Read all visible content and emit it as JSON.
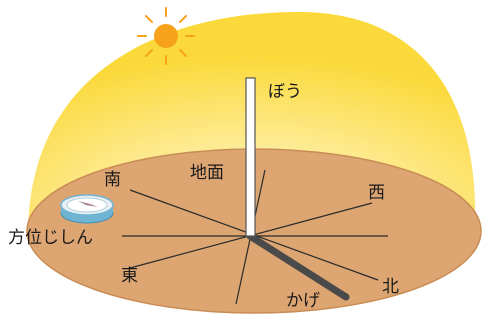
{
  "labels": {
    "pole": "ぼう",
    "ground": "地面",
    "south": "南",
    "west": "西",
    "east": "東",
    "north": "北",
    "compass": "方位じしん",
    "shadow": "かげ"
  },
  "colors": {
    "sky_light": "#fffbe2",
    "sky_dark": "#fbd93a",
    "ground": "#dca571",
    "ground_edge": "#c98c55",
    "sun": "#f7a21b",
    "shadow": "#4a4a4a",
    "line": "#2b2b2b",
    "compass_body": "#e8eef2",
    "compass_rim": "#6fb5d3",
    "compass_needle": "#d6336c"
  },
  "icons": {
    "sun": "sun-icon",
    "compass": "compass-icon"
  }
}
